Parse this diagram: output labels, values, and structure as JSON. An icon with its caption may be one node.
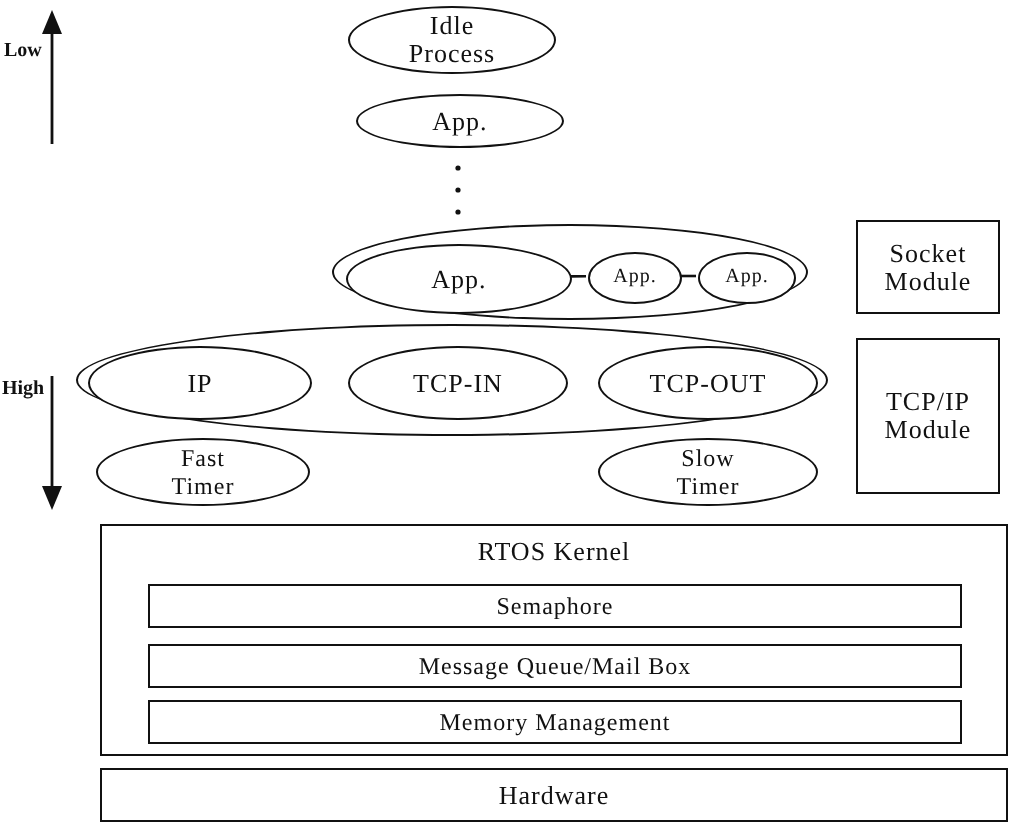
{
  "diagram": {
    "nodes": [
      {
        "text": [
          "Idle Process"
        ]
      },
      {
        "text": [
          "App."
        ]
      },
      {
        "text": [],
        "shape": "ellipse"
      },
      {
        "text": [
          "App."
        ],
        "in": 2
      },
      {
        "text": [
          "App."
        ],
        "in": 2
      },
      {
        "text": [
          "App."
        ],
        "in": 2
      },
      {
        "text": [],
        "shape": "ellipse"
      },
      {
        "text": [
          "IP"
        ],
        "in": 6
      },
      {
        "text": [
          "TCP-IN"
        ],
        "in": 6
      },
      {
        "text": [
          "TCP-OUT"
        ],
        "in": 6
      },
      {
        "text": [
          "Fast Timer"
        ]
      },
      {
        "text": [
          "Slow Timer"
        ]
      },
      {
        "text": [
          "Socket Module"
        ]
      },
      {
        "text": [
          "TCP/IP Module"
        ]
      },
      {
        "text": [
          "RTOS Kernel"
        ]
      },
      {
        "text": [
          "Semaphore"
        ],
        "in": 14
      },
      {
        "text": [
          "Message Queue/Mail Box"
        ],
        "in": 14
      },
      {
        "text": [
          "Memory Management"
        ],
        "in": 14
      },
      {
        "text": [
          "Hardware"
        ]
      }
    ],
    "edges": [
      {
        "from": 3,
        "to": 4,
        "arrow": "none"
      },
      {
        "from": 4,
        "to": 5,
        "arrow": "none"
      }
    ],
    "labels": [
      "Low",
      "High"
    ]
  }
}
